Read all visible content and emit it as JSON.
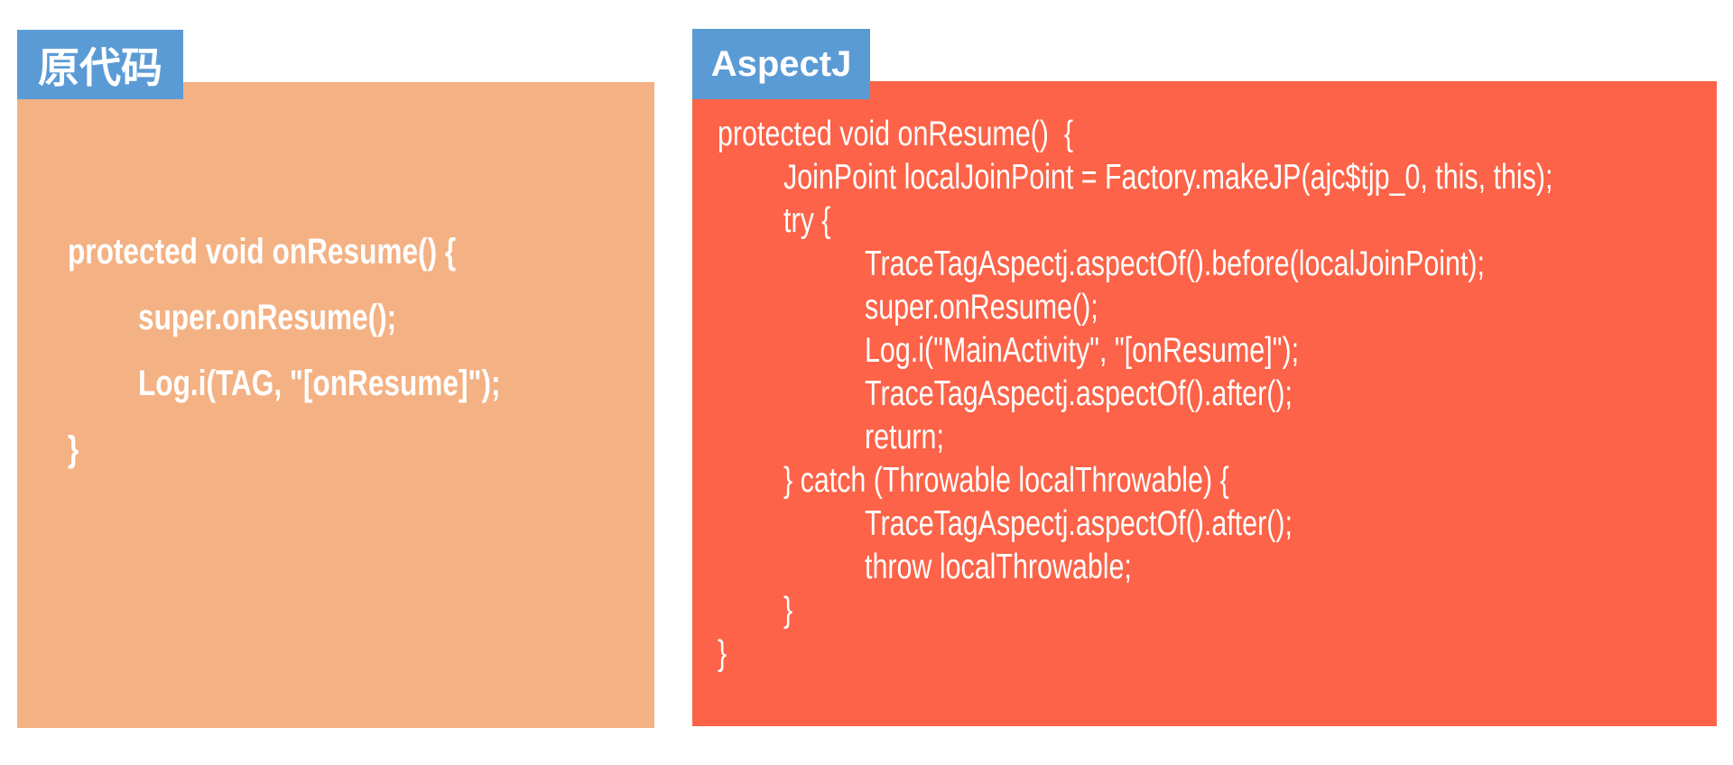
{
  "page": {
    "background_color": "#FFFFFF"
  },
  "colors": {
    "label_blue": "#5B9BD5",
    "original_panel_orange": "#F4B183",
    "aspectj_panel_red": "#FC6348",
    "code_text": "#FFFFFF"
  },
  "panels": {
    "original": {
      "label": "原代码",
      "code_lines": [
        {
          "indent": 0,
          "text": "protected void onResume() {"
        },
        {
          "indent": 1,
          "text": "super.onResume();"
        },
        {
          "indent": 1,
          "text": "Log.i(TAG, \"[onResume]\");"
        },
        {
          "indent": 0,
          "text": "}"
        }
      ]
    },
    "aspectj": {
      "label": "AspectJ",
      "code_lines": [
        {
          "indent": 0,
          "text": "protected void onResume()  {"
        },
        {
          "indent": 1,
          "text": "JoinPoint localJoinPoint = Factory.makeJP(ajc$tjp_0, this, this);"
        },
        {
          "indent": 1,
          "text": "try {"
        },
        {
          "indent": 2,
          "text": "TraceTagAspectj.aspectOf().before(localJoinPoint);"
        },
        {
          "indent": 2,
          "text": "super.onResume();"
        },
        {
          "indent": 2,
          "text": "Log.i(\"MainActivity\", \"[onResume]\");"
        },
        {
          "indent": 2,
          "text": "TraceTagAspectj.aspectOf().after();"
        },
        {
          "indent": 2,
          "text": "return;"
        },
        {
          "indent": 1,
          "text": "} catch (Throwable localThrowable) {"
        },
        {
          "indent": 2,
          "text": "TraceTagAspectj.aspectOf().after();"
        },
        {
          "indent": 2,
          "text": "throw localThrowable;"
        },
        {
          "indent": 1,
          "text": "}"
        },
        {
          "indent": 0,
          "text": "}"
        }
      ]
    }
  }
}
